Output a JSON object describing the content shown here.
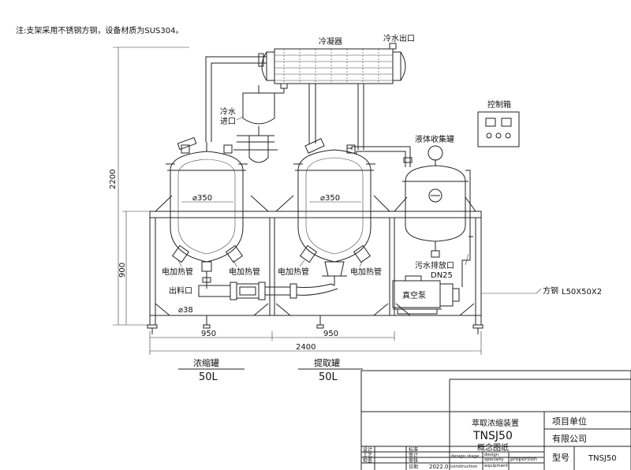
{
  "note": "注:支架采用不锈钢方钢，设备材质为SUS304。",
  "labels": {
    "condenser": "冷凝器",
    "cooling_water_outlet": "冷水出口",
    "cooling_water_inlet_1": "冷水",
    "cooling_water_inlet_2": "进口",
    "control_box": "控制箱",
    "liquid_collection_tank": "液体收集罐",
    "diameter_left": "⌀350",
    "diameter_right": "⌀350",
    "electric_heating_tube_1": "电加热管",
    "electric_heating_tube_2": "电加热管",
    "electric_heating_tube_3": "电加热管",
    "electric_heating_tube_4": "电加热管",
    "discharge_port": "出料口",
    "discharge_diameter": "⌀38",
    "sewage_outlet": "污水排放口",
    "sewage_dn": "DN25",
    "vacuum_pump": "真空泵",
    "square_steel": "方钢",
    "square_steel_spec": "L50X50X2"
  },
  "dimensions": {
    "height_total": "2200",
    "height_frame": "900",
    "width_left": "950",
    "width_right": "950",
    "width_total": "2400"
  },
  "tanks": {
    "concentrate_name": "浓缩罐",
    "concentrate_volume": "50L",
    "extract_name": "提取罐",
    "extract_volume": "50L"
  },
  "title_block": {
    "device_name": "萃取浓缩装置",
    "model_big": "TNSJ50",
    "drawing_type": "概念图纸",
    "project_unit": "项目单位",
    "company": "有限公司",
    "model_label": "型号",
    "model_value": "TNSJ50",
    "row_design": "设计",
    "row_process": "工艺",
    "row_check": "检查",
    "row_standard": "标准",
    "row_review": "审计",
    "row_audit": "审核",
    "row_date": "日期",
    "date_value": "2022.0",
    "stage_design": "design stage",
    "stage_construction": "construction",
    "specialty_design": "design",
    "specialty_equipment": "specialty",
    "specialty_equipment2": "equipment",
    "proportion": "proportion"
  }
}
